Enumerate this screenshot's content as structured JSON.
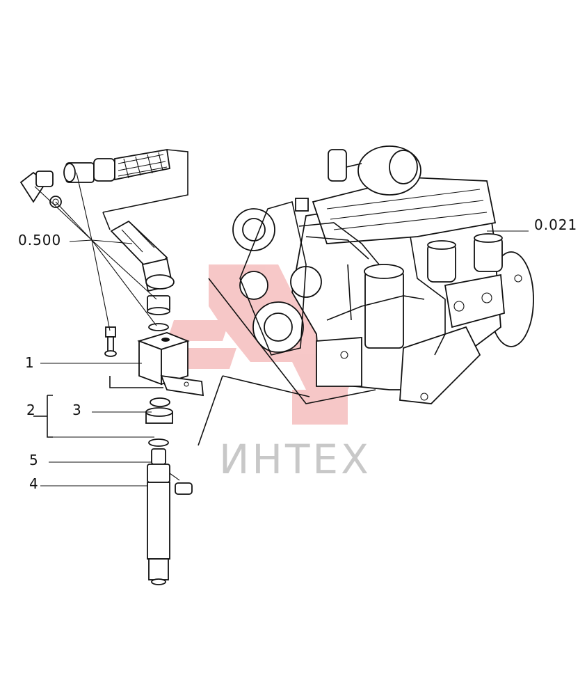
{
  "callouts": {
    "c0500": "0.500",
    "c0021": "0.021",
    "c1": "1",
    "c2": "2",
    "c3": "3",
    "c4": "4",
    "c5": "5"
  },
  "watermark": {
    "text": "ИНТЕХ",
    "color": "#e23b3b"
  }
}
